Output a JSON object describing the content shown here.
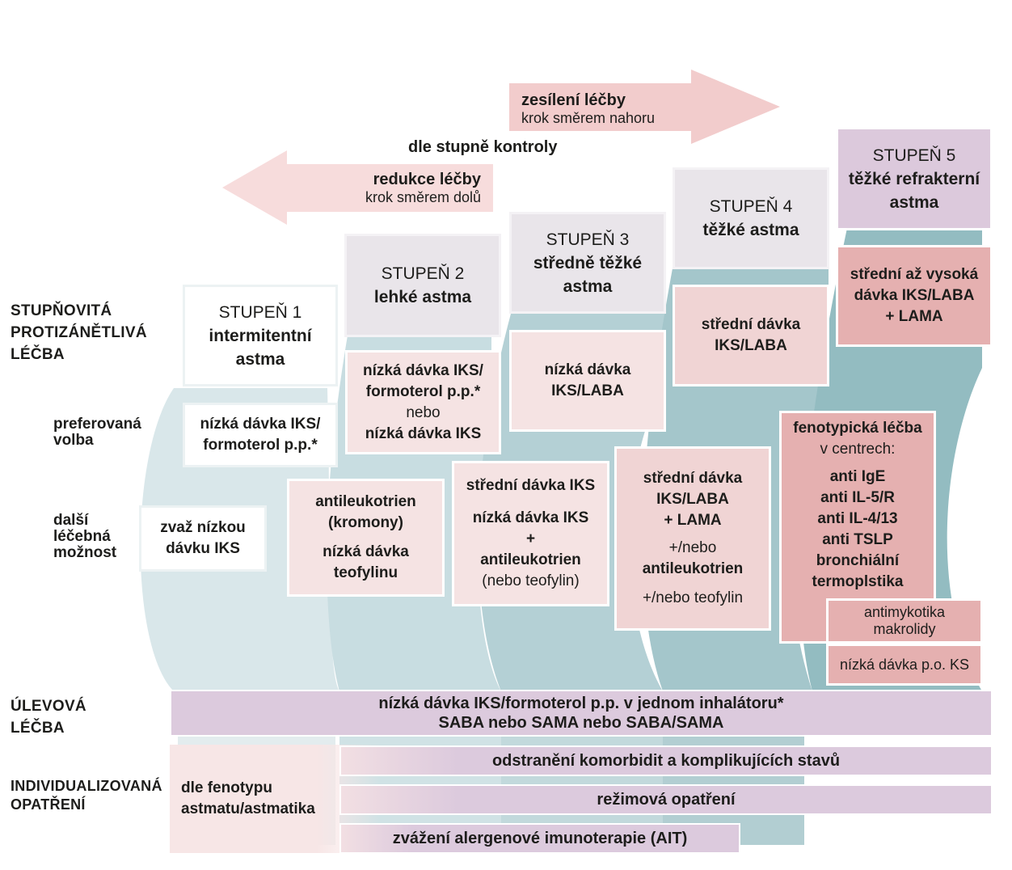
{
  "colors": {
    "band_1": "#d9e7ea",
    "band_2": "#c8dde1",
    "band_3": "#b4d0d5",
    "band_4": "#a4c6cb",
    "band_5": "#93bcc1",
    "arrow_up": "#f2cccc",
    "arrow_down": "#f7dcdc",
    "lavender": "#dccadd",
    "pink_light": "#f5e3e3",
    "pink_mid": "#f0d4d4",
    "pink_dark": "#e5b0b0"
  },
  "arrows": {
    "up": {
      "title": "zesílení léčby",
      "subtitle": "krok směrem nahoru"
    },
    "down": {
      "title": "redukce léčby",
      "subtitle": "krok směrem dolů"
    },
    "center_label": "dle stupně kontroly"
  },
  "row_labels": {
    "stepwise": [
      "STUPŇOVITÁ",
      "PROTIZÁNĚTLIVÁ",
      "LÉČBA"
    ],
    "preferred": [
      "preferovaná",
      "volba"
    ],
    "other": [
      "další",
      "léčebná",
      "možnost"
    ],
    "relief": [
      "ÚLEVOVÁ",
      "LÉČBA"
    ],
    "individual": [
      "INDIVIDUALIZOVANÁ",
      "OPATŘENÍ"
    ]
  },
  "steps": [
    {
      "heading": [
        "STUPEŇ 1",
        "intermitentní",
        "astma"
      ],
      "preferred": [
        "nízká dávka IKS/",
        "formoterol p.p.*"
      ],
      "other": [
        "zvaž nízkou",
        "dávku IKS"
      ]
    },
    {
      "heading": [
        "STUPEŇ 2",
        "lehké astma"
      ],
      "preferred": [
        "nízká dávka IKS/",
        "formoterol p.p.*",
        "nebo",
        "nízká dávka IKS"
      ],
      "other": [
        "antileukotrien",
        "(kromony)",
        "nízká dávka",
        "teofylinu"
      ]
    },
    {
      "heading": [
        "STUPEŇ 3",
        "středně těžké",
        "astma"
      ],
      "preferred": [
        "nízká dávka",
        "IKS/LABA"
      ],
      "other": [
        "střední dávka IKS",
        "nízká dávka IKS",
        "+",
        "antileukotrien",
        "(nebo teofylin)"
      ]
    },
    {
      "heading": [
        "STUPEŇ 4",
        "těžké astma"
      ],
      "preferred": [
        "střední dávka",
        "IKS/LABA"
      ],
      "other": [
        "střední dávka",
        "IKS/LABA",
        "+ LAMA",
        "+/nebo",
        "antileukotrien",
        "+/nebo teofylin"
      ]
    },
    {
      "heading": [
        "STUPEŇ 5",
        "těžké refrakterní",
        "astma"
      ],
      "preferred": [
        "střední až vysoká",
        "dávka IKS/LABA",
        "+ LAMA"
      ],
      "other": [
        "fenotypická léčba",
        "v centrech:",
        "anti IgE",
        "anti IL-5/R",
        "anti IL-4/13",
        "anti TSLP",
        "bronchiální",
        "termoplstika"
      ],
      "extra_1": [
        "antimykotika",
        "makrolidy"
      ],
      "extra_2": "nízká dávka p.o. KS"
    }
  ],
  "relief": [
    "nízká dávka IKS/formoterol p.p. v jednom inhalátoru*",
    "SABA nebo SAMA nebo SABA/SAMA"
  ],
  "individual": {
    "phenotype": [
      "dle fenotypu",
      "astmatu/astmatika"
    ],
    "bands": [
      "odstranění komorbidit a komplikujících stavů",
      "režimová opatření",
      "zvážení alergenové imunoterapie (AIT)"
    ]
  }
}
